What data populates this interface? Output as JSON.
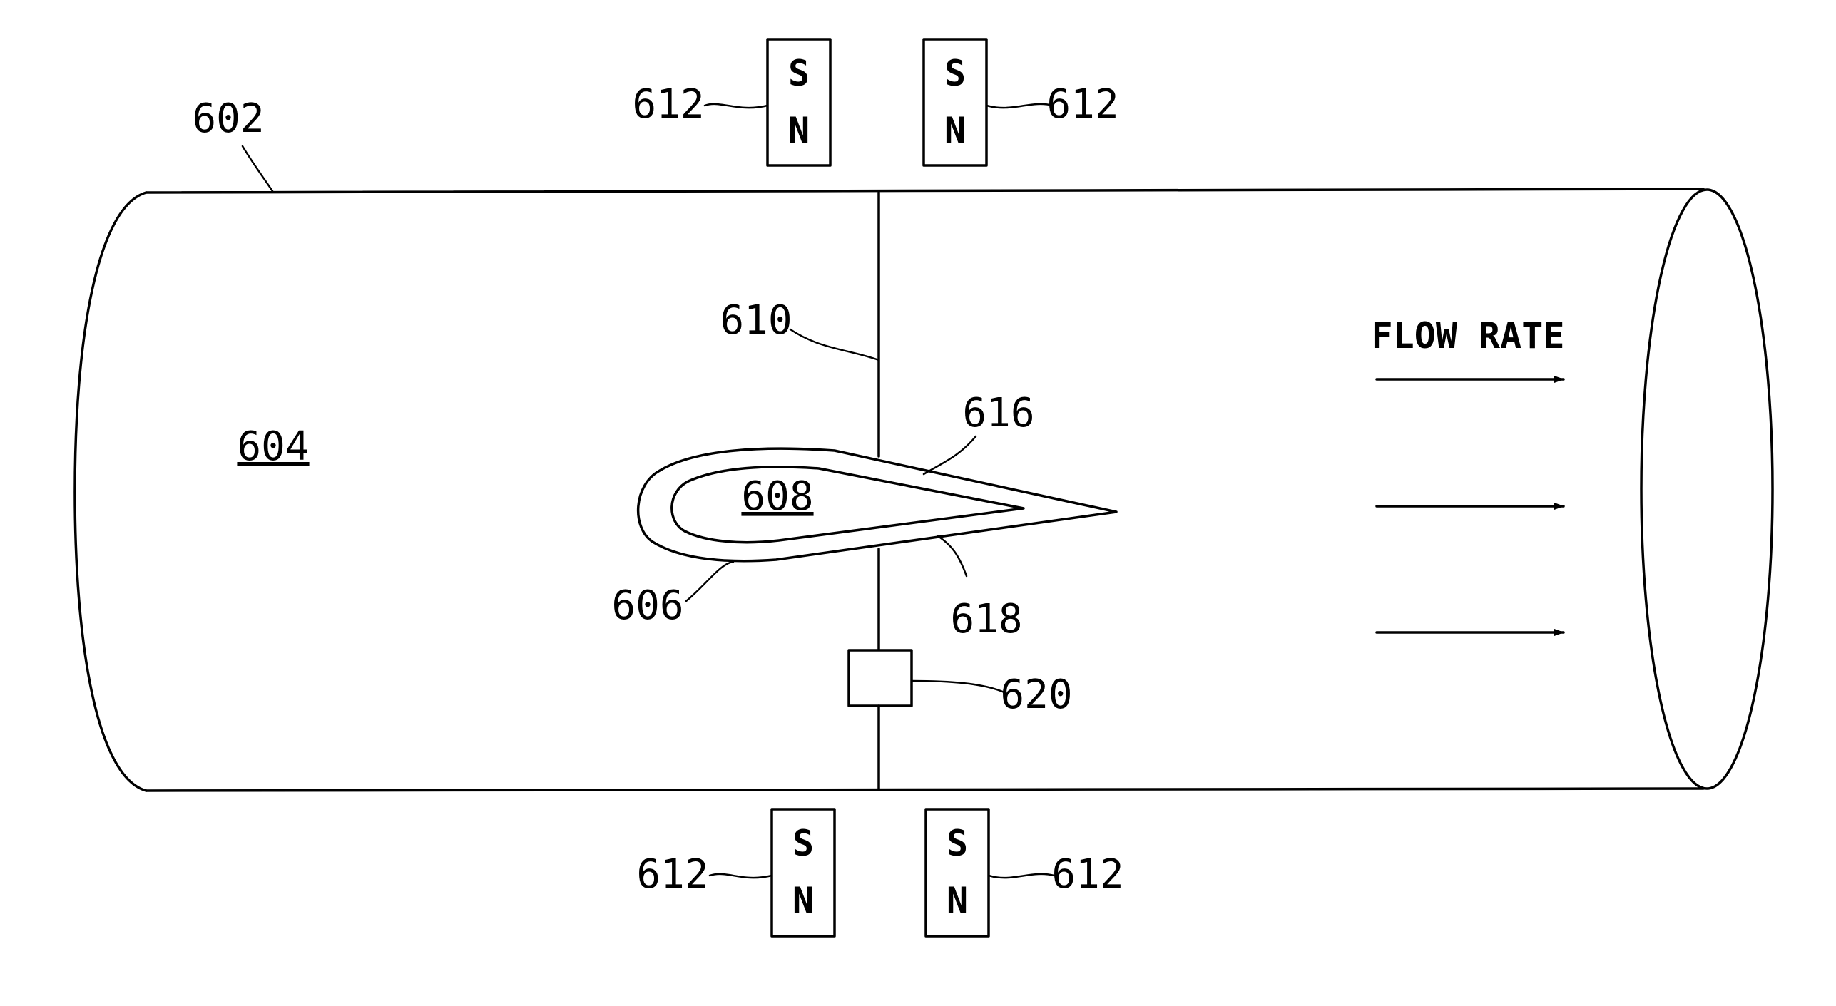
{
  "labels": {
    "pipe": "602",
    "pipe_interior": "604",
    "airfoil": "606",
    "airfoil_interior": "608",
    "shaft": "610",
    "magnet": "612",
    "upper_surface": "616",
    "lower_surface": "618",
    "sensor": "620"
  },
  "magnet_poles": {
    "south": "S",
    "north": "N"
  },
  "flow": {
    "title": "FLOW RATE",
    "arrow_count": 3
  }
}
